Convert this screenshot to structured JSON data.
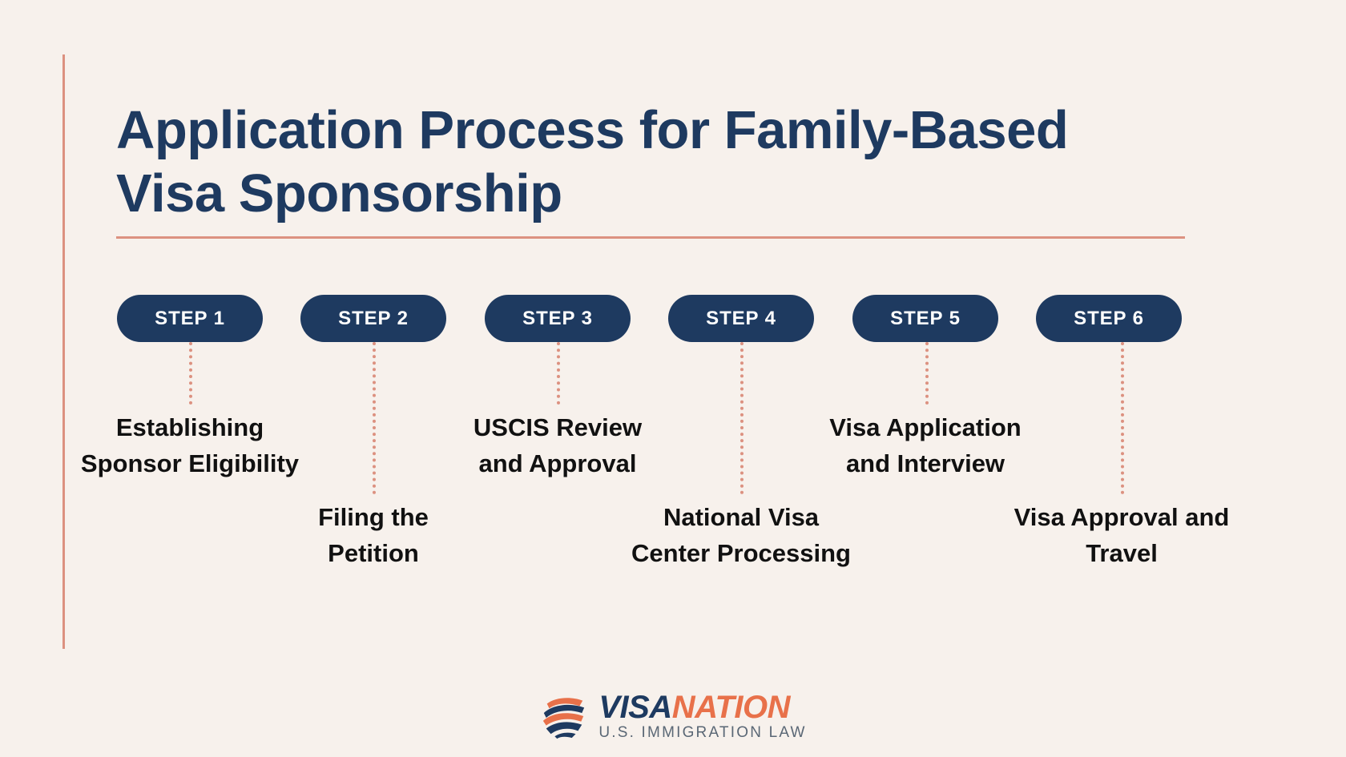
{
  "page": {
    "background_color": "#F7F1EC",
    "accent_color": "#DC9180",
    "navy_color": "#1E3A60",
    "orange_color": "#E8714A"
  },
  "title": {
    "line1": "Application Process for Family-Based",
    "line2": "Visa Sponsorship"
  },
  "steps": [
    {
      "pill_label": "STEP 1",
      "label_line1": "Establishing",
      "label_line2": "Sponsor Eligibility",
      "row": "upper"
    },
    {
      "pill_label": "STEP 2",
      "label_line1": "Filing the",
      "label_line2": "Petition",
      "row": "lower"
    },
    {
      "pill_label": "STEP 3",
      "label_line1": "USCIS Review",
      "label_line2": "and Approval",
      "row": "upper"
    },
    {
      "pill_label": "STEP 4",
      "label_line1": "National Visa",
      "label_line2": "Center Processing",
      "row": "lower"
    },
    {
      "pill_label": "STEP 5",
      "label_line1": "Visa Application",
      "label_line2": "and Interview",
      "row": "upper"
    },
    {
      "pill_label": "STEP 6",
      "label_line1": "Visa Approval and",
      "label_line2": "Travel",
      "row": "lower"
    }
  ],
  "logo": {
    "word_primary": "VISA",
    "word_secondary": "NATION",
    "tagline": "U.S. IMMIGRATION LAW"
  }
}
